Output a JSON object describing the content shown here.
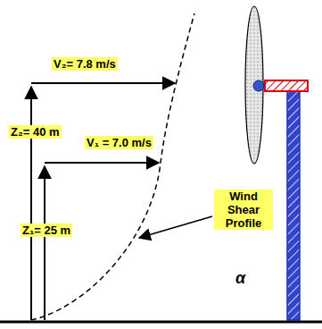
{
  "diagram": {
    "labels": [
      "V₂= 7.8 m/s",
      "Z₂= 40 m",
      "V₁ = 7.0 m/s",
      "Z₁= 25 m",
      "Wind Shear Profile",
      "α"
    ]
  }
}
